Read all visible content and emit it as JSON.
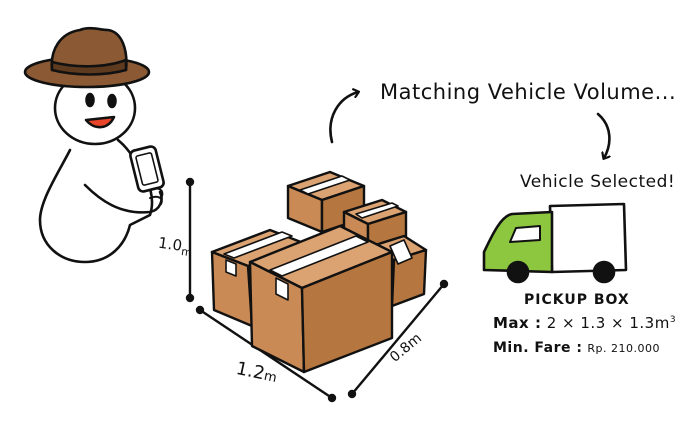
{
  "captions": {
    "matching": "Matching Vehicle Volume...",
    "selected": "Vehicle Selected!"
  },
  "vehicle": {
    "name": "PICKUP BOX",
    "max_label": "Max :",
    "max_value": "2 × 1.3 × 1.3m",
    "max_unit_power": "3",
    "fare_label": "Min. Fare :",
    "fare_value": "Rp. 210.000",
    "cab_color": "#8dc63f"
  },
  "dimensions": {
    "height": "1.0",
    "height_unit": "m",
    "length": "1.2",
    "length_unit": "m",
    "width": "0.8m"
  },
  "colors": {
    "box_front": "#c98a55",
    "box_side": "#b6763f",
    "box_top": "#dba272",
    "hat": "#8b5a34",
    "hat_band": "#5e3a1f",
    "mouth": "#e8452a"
  }
}
